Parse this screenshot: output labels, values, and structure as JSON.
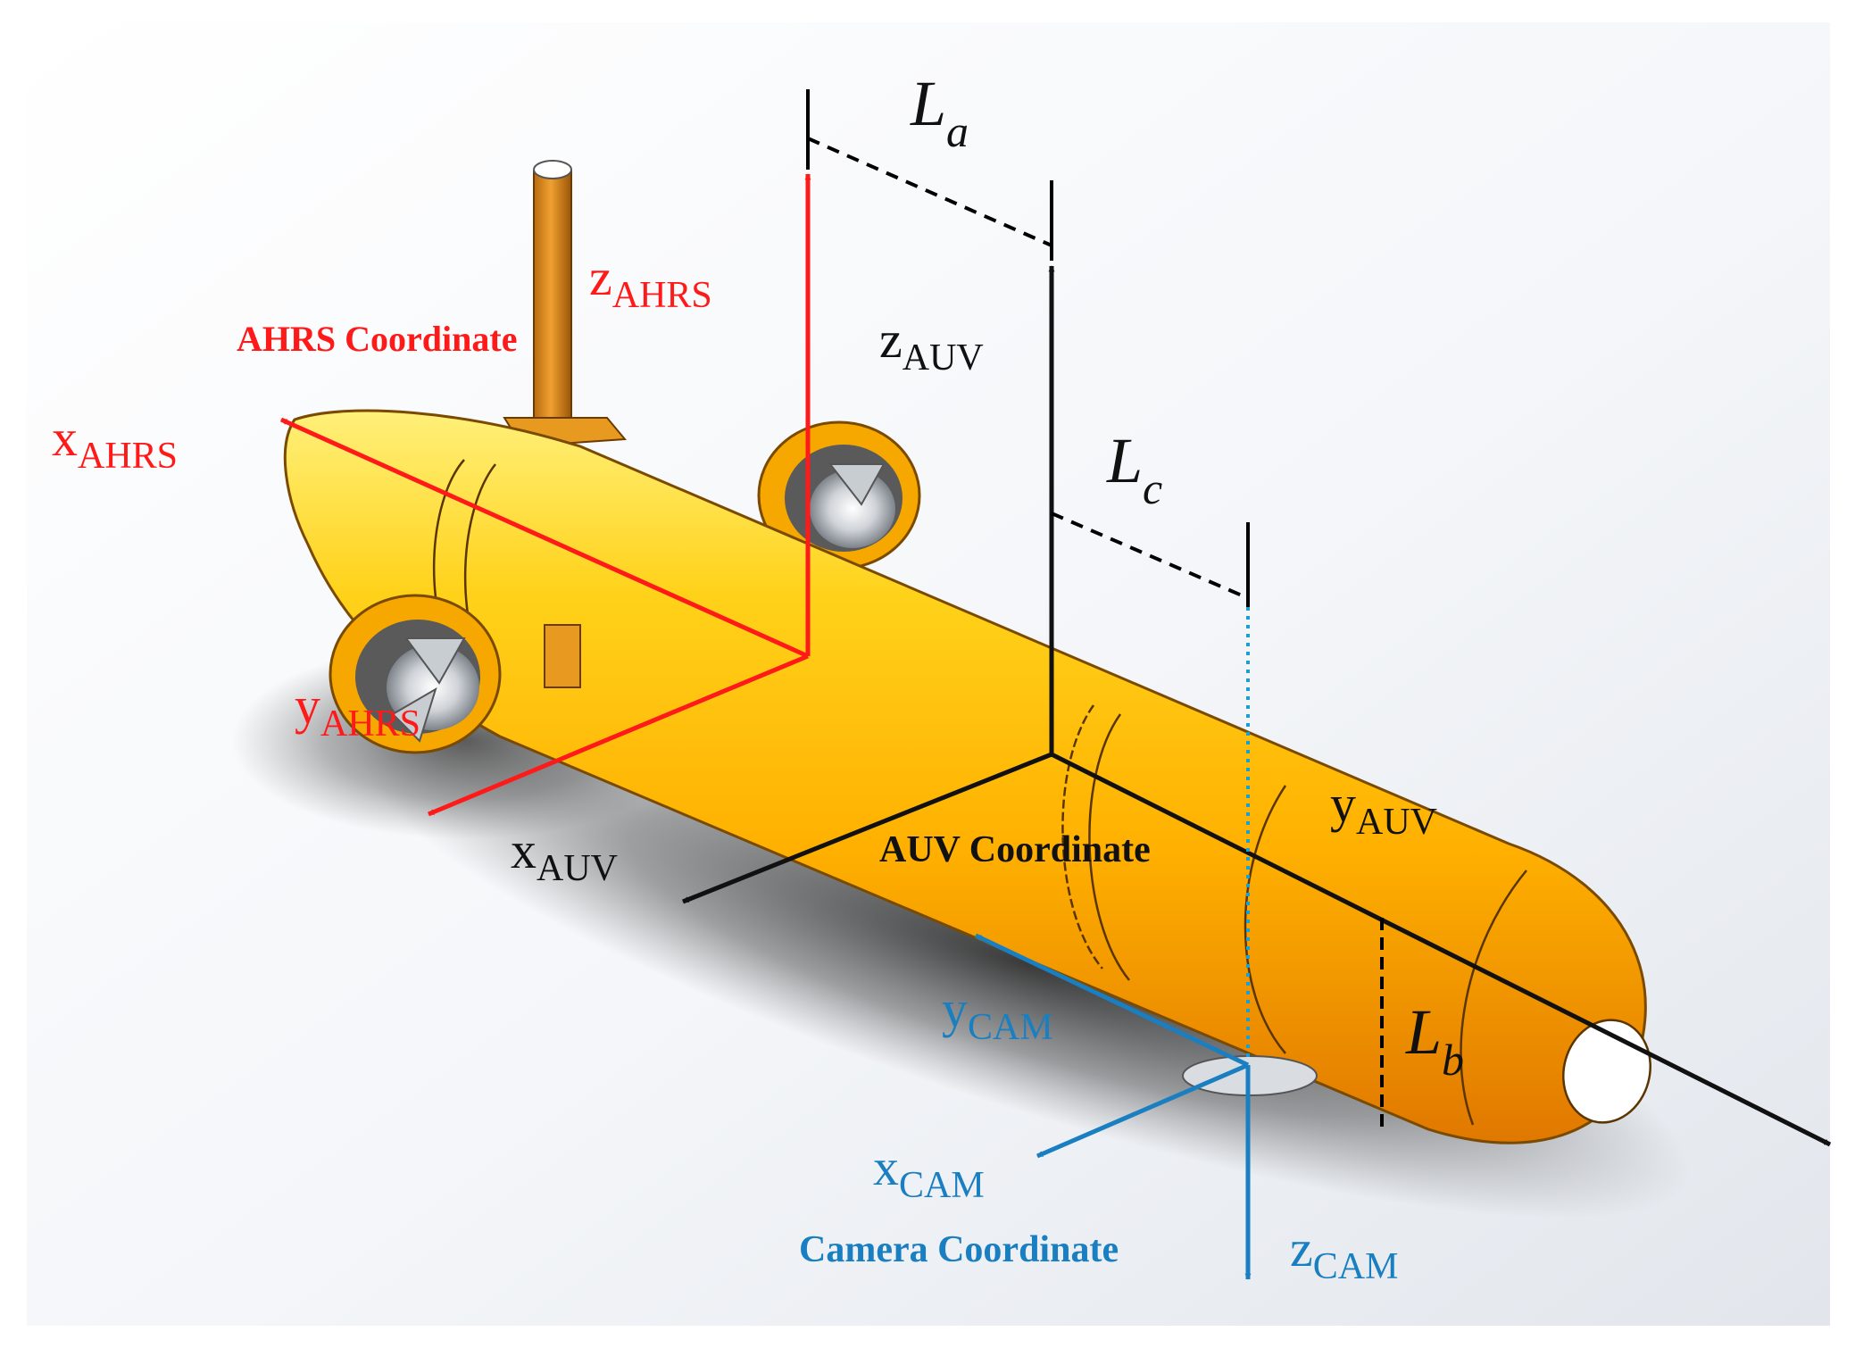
{
  "colors": {
    "ahrs": "#ff1a1a",
    "auv": "#111111",
    "camera": "#1a7fc0",
    "hull": "#ffb000",
    "hull_highlight": "#fff27a",
    "background": "#ffffff"
  },
  "frames": {
    "ahrs": {
      "title": "AHRS Coordinate",
      "x": {
        "base": "x",
        "sub": "AHRS"
      },
      "y": {
        "base": "y",
        "sub": "AHRS"
      },
      "z": {
        "base": "z",
        "sub": "AHRS"
      }
    },
    "auv": {
      "title": "AUV Coordinate",
      "x": {
        "base": "x",
        "sub": "AUV"
      },
      "y": {
        "base": "y",
        "sub": "AUV"
      },
      "z": {
        "base": "z",
        "sub": "AUV"
      }
    },
    "camera": {
      "title": "Camera Coordinate",
      "x": {
        "base": "x",
        "sub": "CAM"
      },
      "y": {
        "base": "y",
        "sub": "CAM"
      },
      "z": {
        "base": "z",
        "sub": "CAM"
      }
    }
  },
  "dimensions": {
    "la": {
      "base": "L",
      "sub": "a"
    },
    "lb": {
      "base": "L",
      "sub": "b"
    },
    "lc": {
      "base": "L",
      "sub": "c"
    }
  }
}
